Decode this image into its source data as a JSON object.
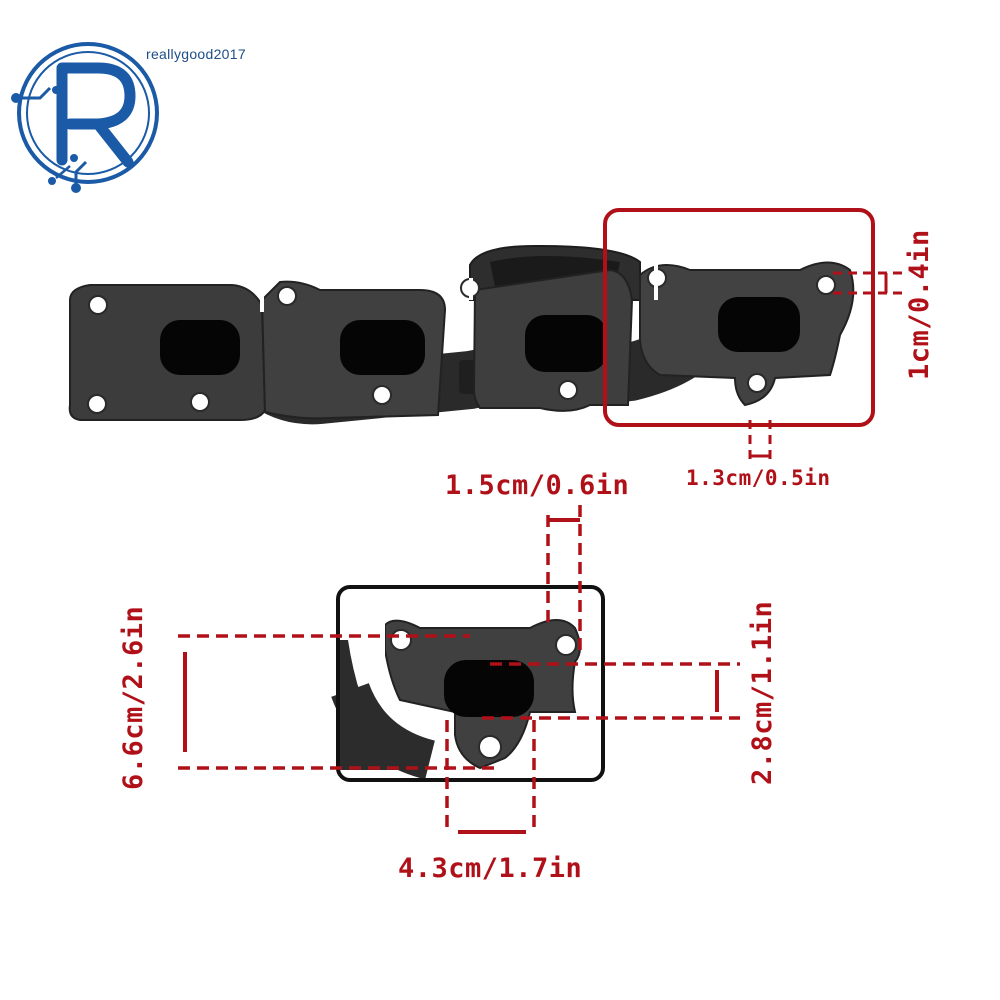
{
  "brand": {
    "watermark": "reallygood2017",
    "logo_letter": "R",
    "logo_color": "#1a5aa6"
  },
  "colors": {
    "part": "#3b3b3b",
    "part_edge": "#232323",
    "port": "#060606",
    "dimension": "#b01018",
    "detail_box": "#111111"
  },
  "dimensions": {
    "bolt_hole_offset": "1cm/0.4in",
    "flange_edge": "1.3cm/0.5in",
    "ear_height": "1.5cm/0.6in",
    "flange_height": "6.6cm/2.6in",
    "port_height": "2.8cm/1.1in",
    "port_width": "4.3cm/1.7in"
  }
}
